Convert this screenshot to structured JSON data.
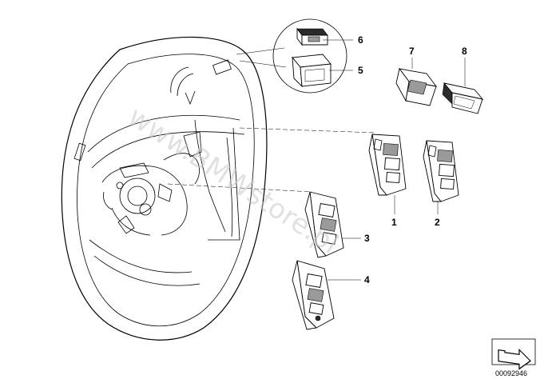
{
  "diagram": {
    "callouts": [
      {
        "id": "c1",
        "label": "1"
      },
      {
        "id": "c2",
        "label": "2"
      },
      {
        "id": "c3",
        "label": "3"
      },
      {
        "id": "c4",
        "label": "4"
      },
      {
        "id": "c5",
        "label": "5"
      },
      {
        "id": "c6",
        "label": "6"
      },
      {
        "id": "c7",
        "label": "7"
      },
      {
        "id": "c8",
        "label": "8"
      }
    ],
    "watermark": "www.BMWstore.pl",
    "diagram_number": "00092946"
  }
}
